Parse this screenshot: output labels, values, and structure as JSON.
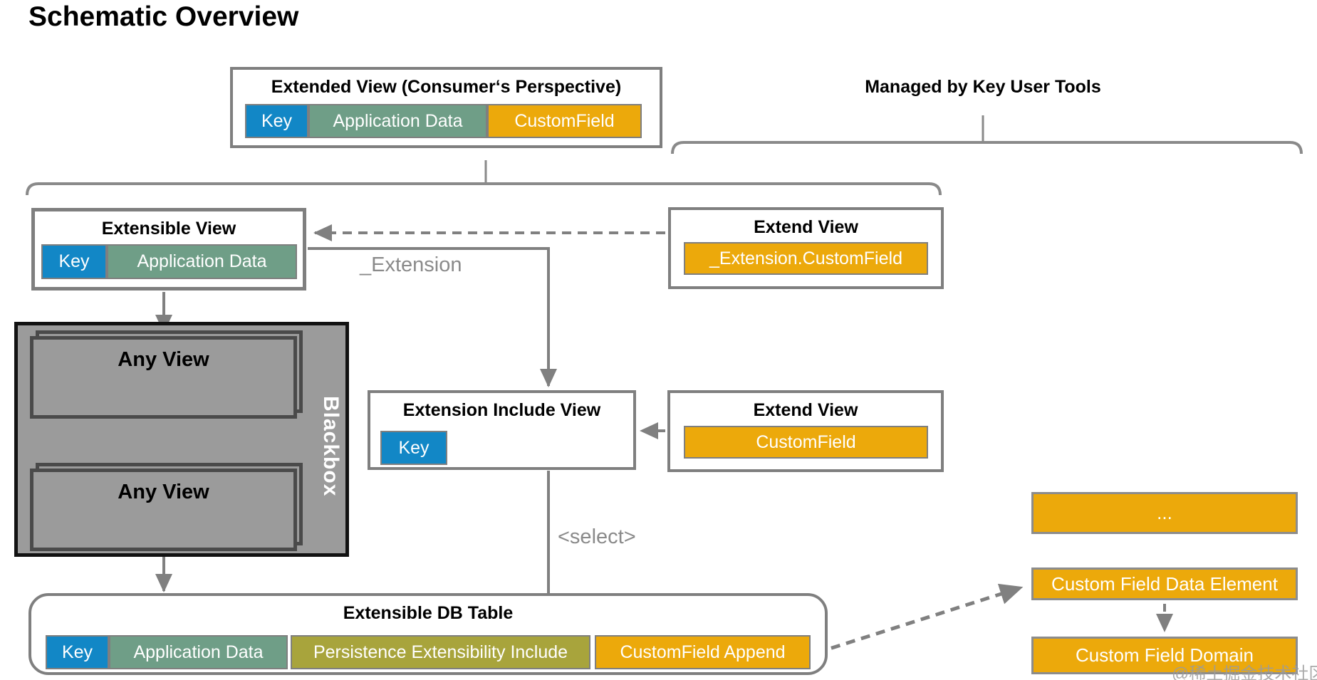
{
  "title": "Schematic Overview",
  "managed_label": "Managed by Key User Tools",
  "extended_view": {
    "title": "Extended View (Consumer‘s Perspective)",
    "cells": [
      {
        "label": "Key",
        "color": "#1287C6"
      },
      {
        "label": "Application Data",
        "color": "#6F9E87"
      },
      {
        "label": "CustomField",
        "color": "#ECA90B"
      }
    ]
  },
  "extensible_view": {
    "title": "Extensible View",
    "cells": [
      {
        "label": "Key",
        "color": "#1287C6"
      },
      {
        "label": "Application Data",
        "color": "#6F9E87"
      }
    ]
  },
  "extend_view_top": {
    "title": "Extend View",
    "field": "_Extension.CustomField"
  },
  "extend_view_bottom": {
    "title": "Extend View",
    "field": "CustomField"
  },
  "labels": {
    "extension_association": "_Extension",
    "select": "<select>"
  },
  "blackbox": {
    "label": "Blackbox",
    "view1": "Any View",
    "view2": "Any View"
  },
  "extension_include_view": {
    "title": "Extension Include View",
    "key": "Key"
  },
  "db_table": {
    "title": "Extensible DB Table",
    "cells": [
      {
        "label": "Key",
        "color": "#1287C6"
      },
      {
        "label": "Application Data",
        "color": "#6F9E87"
      },
      {
        "label": "Persistence Extensibility Include",
        "color": "#A8A43C"
      },
      {
        "label": "CustomField Append",
        "color": "#ECA90B"
      }
    ]
  },
  "custom_field_chain": {
    "dots": "...",
    "data_element": "Custom Field Data Element",
    "domain": "Custom Field Domain"
  },
  "watermark": "@稀土掘金技术社区",
  "colors": {
    "key_blue": "#1287C6",
    "application_green": "#6F9E87",
    "custom_orange": "#ECA90B",
    "persistence_olive": "#A8A43C",
    "panel_border_gray": "#7F7F7F",
    "connector_gray": "#808080",
    "label_gray": "#8A8A8A",
    "blackbox_fill": "#9B9B9B",
    "blackbox_border": "#121212"
  }
}
